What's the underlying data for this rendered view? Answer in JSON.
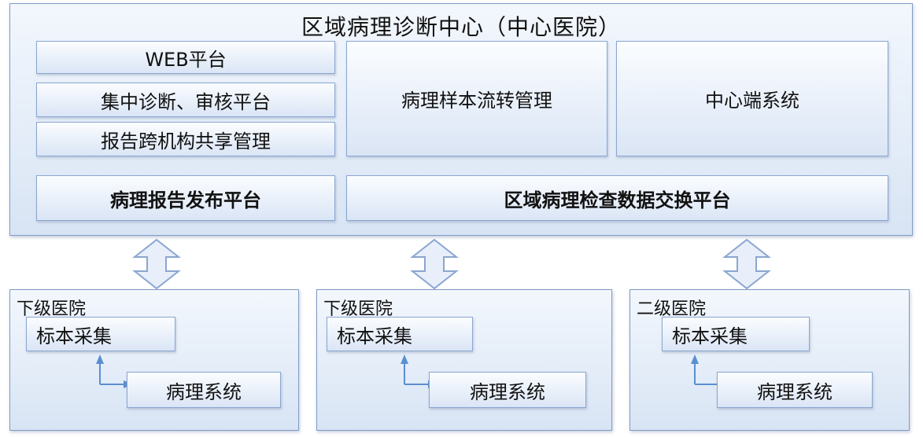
{
  "center": {
    "title": "区域病理诊断中心（中心医院）",
    "modules": {
      "web_platform": "WEB平台",
      "diagnosis_review": "集中诊断、审核平台",
      "report_sharing": "报告跨机构共享管理",
      "sample_flow": "病理样本流转管理",
      "center_system": "中心端系统",
      "report_publish": "病理报告发布平台",
      "data_exchange": "区域病理检查数据交换平台"
    }
  },
  "hospitals": [
    {
      "title": "下级医院",
      "sample": "标本采集",
      "system": "病理系统"
    },
    {
      "title": "下级医院",
      "sample": "标本采集",
      "system": "病理系统"
    },
    {
      "title": "二级医院",
      "sample": "标本采集",
      "system": "病理系统"
    }
  ],
  "colors": {
    "border": "#7f9cc8",
    "arrow_fill": "#e8effa",
    "arrow_stroke": "#8aa6cf",
    "connector": "#5b8fd0"
  }
}
